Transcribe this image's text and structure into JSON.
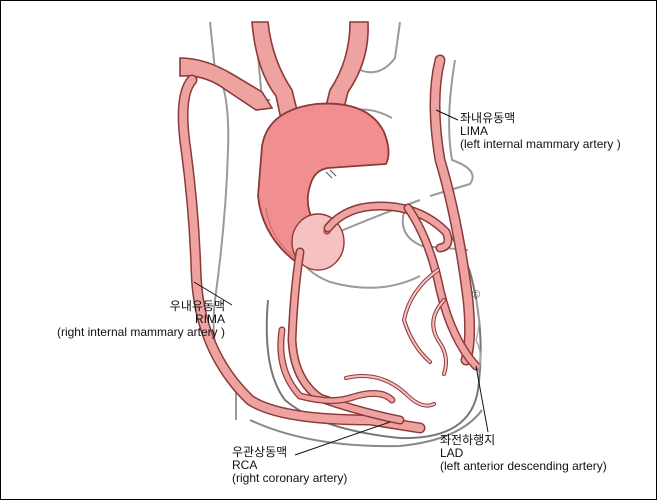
{
  "colors": {
    "vessel_fill": "#efa3a1",
    "vessel_outline": "#8c3a3a",
    "aorta_fill": "#f08e90",
    "tissue_line": "#9a9a9a",
    "text": "#111111"
  },
  "labels": {
    "lima": {
      "korean": "좌내유동맥",
      "abbr": "LIMA",
      "english": "(left  internal mammary artery )"
    },
    "rima": {
      "korean": "우내유동맥",
      "abbr": "RIMA",
      "english": "(right  internal mammary artery )"
    },
    "rca": {
      "korean": "우관상동맥",
      "abbr": "RCA",
      "english": "(right coronary artery)"
    },
    "lad": {
      "korean": "좌전하행지",
      "abbr": "LAD",
      "english": "(left anterior descending artery)"
    }
  },
  "copyright_mark": "©"
}
